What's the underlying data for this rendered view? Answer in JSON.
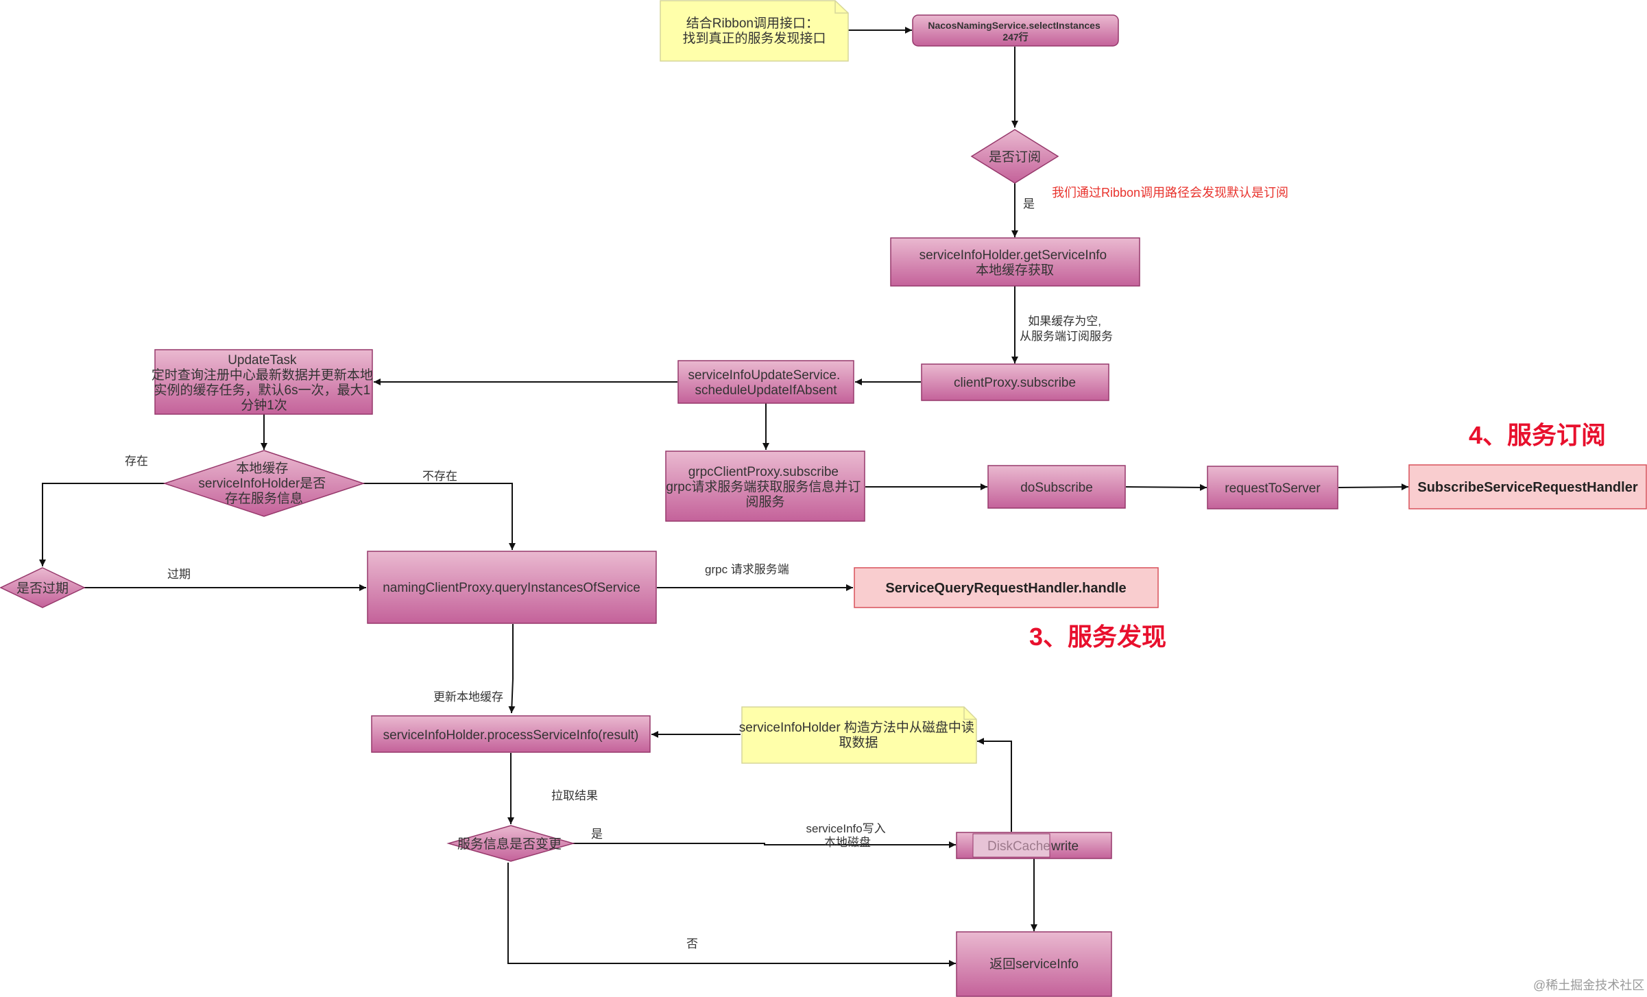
{
  "colors": {
    "process_gradient_top": "#e7b5cd",
    "process_gradient_bottom": "#c7679b",
    "process_border": "#96386b",
    "handler_fill": "#f9cdcf",
    "handler_border": "#d8515a",
    "note_fill": "#ffffaa",
    "note_border": "#d6d69a",
    "note_text_red": "#e8332d",
    "section_title": "#e8102d"
  },
  "nodes": {
    "ribbon_note": {
      "lines": [
        "结合Ribbon调用接口：",
        "找到真正的服务发现接口"
      ]
    },
    "select_instances": {
      "lines": [
        "NacosNamingService.selectInstances",
        "247行"
      ]
    },
    "is_subscribe": {
      "lines": [
        "是否订阅"
      ]
    },
    "get_service_info": {
      "lines": [
        "serviceInfoHolder.getServiceInfo",
        "本地缓存获取"
      ]
    },
    "client_proxy_subscribe": {
      "lines": [
        "clientProxy.subscribe"
      ]
    },
    "schedule_update": {
      "lines": [
        "serviceInfoUpdateService.",
        "scheduleUpdateIfAbsent"
      ]
    },
    "update_task": {
      "lines": [
        "UpdateTask",
        "定时查询注册中心最新数据并更新本地",
        "实例的缓存任务，默认6s一次，最大1",
        "分钟1次"
      ]
    },
    "cache_exists": {
      "lines": [
        "本地缓存",
        "serviceInfoHolder是否",
        "存在服务信息"
      ]
    },
    "grpc_subscribe": {
      "lines": [
        "grpcClientProxy.subscribe",
        "grpc请求服务端获取服务信息并订",
        "阅服务"
      ]
    },
    "do_subscribe": {
      "lines": [
        "doSubscribe"
      ]
    },
    "request_to_server": {
      "lines": [
        "requestToServer"
      ]
    },
    "subscribe_handler": {
      "lines": [
        "SubscribeServiceRequestHandler"
      ]
    },
    "is_expired": {
      "lines": [
        "是否过期"
      ]
    },
    "query_instances": {
      "lines": [
        "namingClientProxy.queryInstancesOfService"
      ]
    },
    "query_handler": {
      "lines": [
        "ServiceQueryRequestHandler.handle"
      ]
    },
    "process_service_info": {
      "lines": [
        "serviceInfoHolder.processServiceInfo(result)"
      ]
    },
    "disk_note": {
      "lines": [
        "serviceInfoHolder 构造方法中从磁盘中读",
        "取数据"
      ]
    },
    "service_changed": {
      "lines": [
        "服务信息是否变更"
      ]
    },
    "disk_cache_write": {
      "prefix": "DiskCache",
      "suffix": "write"
    },
    "return_service_info": {
      "lines": [
        "返回serviceInfo"
      ]
    }
  },
  "edge_labels": {
    "yes_subscribe": "是",
    "ribbon_default_note": "我们通过Ribbon调用路径会发现默认是订阅",
    "cache_empty": [
      "如果缓存为空,",
      "从服务端订阅服务"
    ],
    "exists": "存在",
    "not_exists": "不存在",
    "expired": "过期",
    "grpc_request_server": "grpc 请求服务端",
    "update_local_cache": "更新本地缓存",
    "pull_result": "拉取结果",
    "changed_yes": "是",
    "write_to_disk": [
      "serviceInfo写入",
      "本地磁盘"
    ],
    "changed_no": "否"
  },
  "section_titles": {
    "subscribe": "4、服务订阅",
    "discovery": "3、服务发现"
  },
  "watermark": "@稀土掘金技术社区"
}
